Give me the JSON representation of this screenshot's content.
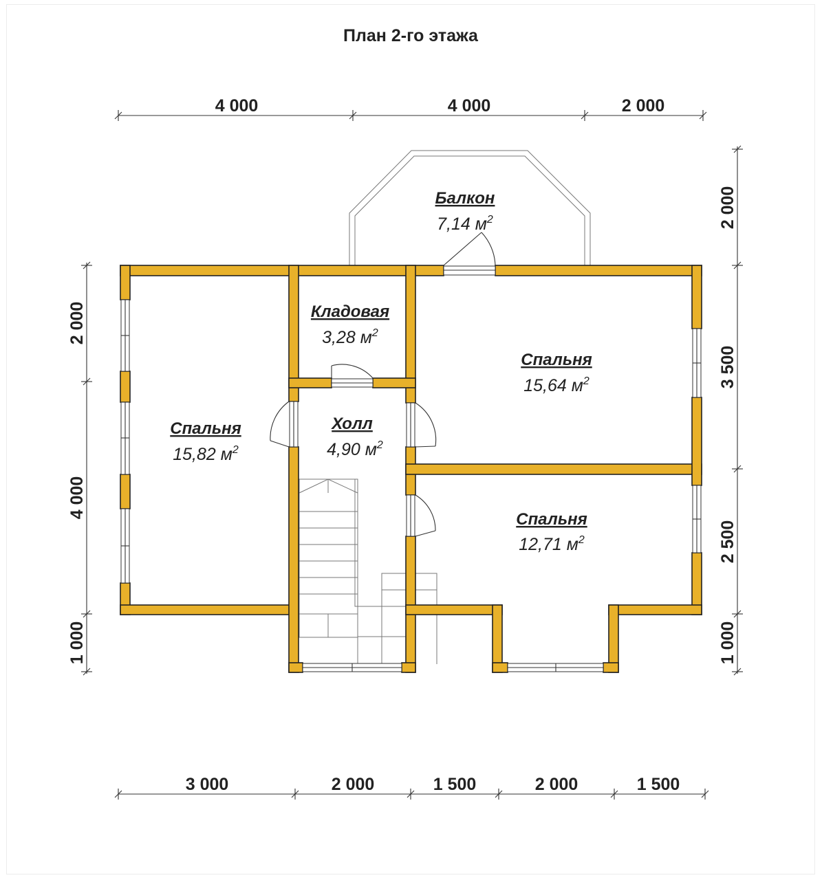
{
  "title": "План 2-го этажа",
  "dimensions": {
    "top": [
      "4 000",
      "4 000",
      "2 000"
    ],
    "bottom": [
      "3 000",
      "2 000",
      "1 500",
      "2 000",
      "1 500"
    ],
    "left": [
      "2 000",
      "4 000",
      "1 000"
    ],
    "right": [
      "2 000",
      "3 500",
      "2 500",
      "1 000"
    ]
  },
  "rooms": {
    "balcony": {
      "name": "Балкон",
      "area": "7,14",
      "unit": "м",
      "power": "2"
    },
    "storage": {
      "name": "Кладовая",
      "area": "3,28",
      "unit": "м",
      "power": "2"
    },
    "bedroom_ne": {
      "name": "Спальня",
      "area": "15,64",
      "unit": "м",
      "power": "2"
    },
    "bedroom_w": {
      "name": "Спальня",
      "area": "15,82",
      "unit": "м",
      "power": "2"
    },
    "hall": {
      "name": "Холл",
      "area": "4,90",
      "unit": "м",
      "power": "2"
    },
    "bedroom_se": {
      "name": "Спальня",
      "area": "12,71",
      "unit": "м",
      "power": "2"
    }
  },
  "colors": {
    "wall": "#E8B12A",
    "outline": "#222222",
    "background": "#FFFFFF"
  }
}
